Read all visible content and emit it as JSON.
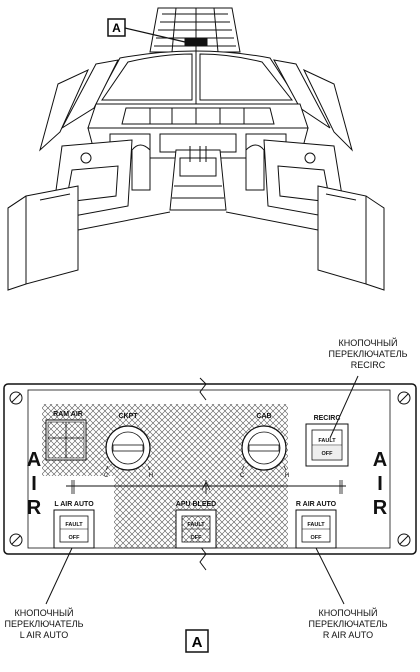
{
  "callouts": {
    "top_marker": "A",
    "bottom_marker": "A"
  },
  "panel": {
    "side_left": [
      "A",
      "I",
      "R"
    ],
    "side_right": [
      "A",
      "I",
      "R"
    ],
    "labels": {
      "ram_air": "RAM AIR",
      "ckpt": "CKPT",
      "cab": "CAB",
      "recirc": "RECIRC",
      "l_air_auto": "L AIR AUTO",
      "apu_bleed": "APU BLEED",
      "r_air_auto": "R AIR AUTO",
      "dial_c": "C",
      "dial_h": "H",
      "dial_c2": "C",
      "dial_h2": "H",
      "fault": "FAULT",
      "off": "OFF"
    }
  },
  "annotations": {
    "recirc_switch": [
      "КНОПОЧНЫЙ",
      "ПЕРЕКЛЮЧАТЕЛЬ",
      "RECIRC"
    ],
    "l_air_switch": [
      "КНОПОЧНЫЙ",
      "ПЕРЕКЛЮЧАТЕЛЬ",
      "L AIR AUTO"
    ],
    "r_air_switch": [
      "КНОПОЧНЫЙ",
      "ПЕРЕКЛЮЧАТЕЛЬ",
      "R AIR AUTO"
    ]
  }
}
